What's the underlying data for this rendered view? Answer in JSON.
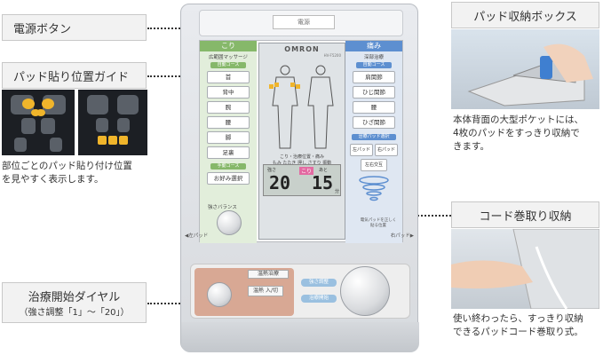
{
  "callouts": {
    "power_button": {
      "label": "電源ボタン"
    },
    "pad_guide": {
      "label": "パッド貼り位置ガイド",
      "caption_lines": [
        "部位ごとのパッド貼り付け位置",
        "を見やすく表示します。"
      ]
    },
    "dial": {
      "label": "治療開始ダイヤル",
      "sublabel": "（強さ調整「1」～「20」）"
    },
    "pad_box": {
      "label": "パッド収納ボックス",
      "caption_lines": [
        "本体背面の大型ポケットには、",
        "4枚のパッドをすっきり収納で",
        "きます。"
      ]
    },
    "cord": {
      "label": "コード巻取り収納",
      "caption_lines": [
        "使い終わったら、すっきり収納",
        "できるパッドコード巻取り式。"
      ]
    }
  },
  "device": {
    "power_slot": "電源",
    "left_col": {
      "header": "こり",
      "sub": "広範囲マッサージ",
      "tag_auto": "自動コース",
      "buttons": [
        "首",
        "背中",
        "腕",
        "腰",
        "脚",
        "足裏"
      ],
      "tag_manual": "手動コース",
      "manual_button": "お好み選択"
    },
    "right_col": {
      "header": "痛み",
      "sub": "深部治療",
      "tag_auto": "自動コース",
      "buttons": [
        "肩関節",
        "ひじ関節",
        "腰",
        "ひざ関節"
      ],
      "tag_pad": "治療パッド選択",
      "pad_buttons": [
        "左パッド",
        "右パッド"
      ],
      "pad_both": "左右交互"
    },
    "lcd": {
      "brand": "OMRON",
      "model": "HV-F5200",
      "mode_line": "こり・治療位置・痛み",
      "modes": "もみ たたき 押し さすり 振動",
      "strength_label": "強さ",
      "strength_value": "20",
      "chip": "こり",
      "remain_label": "あと",
      "remain_value": "15",
      "remain_unit": "分"
    },
    "balance_label": "強さバランス",
    "left_pad_tag": "◀左パッド",
    "right_pad_tag": "右パッド▶",
    "heat_label": "温熱治療",
    "heat_button": "温熱 入/切",
    "dial_pill_top": "強さ調整",
    "dial_pill": "治療開始",
    "note": "電気パッドを正しく貼る位置"
  }
}
